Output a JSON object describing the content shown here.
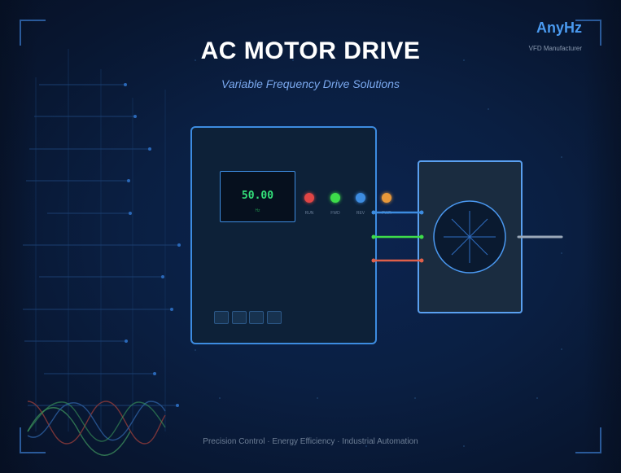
{
  "header": {
    "title": "AC MOTOR DRIVE",
    "subtitle": "Variable Frequency Drive Solutions"
  },
  "brand": {
    "name": "AnyHz",
    "tagline": "VFD Manufacturer"
  },
  "drive": {
    "display_value": "50.00",
    "display_unit": "Hz",
    "indicators": [
      {
        "label": "RUN",
        "color": "#e04545",
        "icon": "run-led-icon"
      },
      {
        "label": "FWD",
        "color": "#3ddc4a",
        "icon": "fwd-led-icon"
      },
      {
        "label": "REV",
        "color": "#3d8ce0",
        "icon": "rev-led-icon"
      },
      {
        "label": "PWR",
        "color": "#e8983a",
        "icon": "pwr-led-icon"
      }
    ],
    "keypad_keys": 4
  },
  "wiring": {
    "phase_colors": [
      "#3d8ce0",
      "#3ddc4a",
      "#e0604a"
    ]
  },
  "motor": {
    "icon": "motor-fan-icon"
  },
  "footer": {
    "text": "Precision Control · Energy Efficiency · Industrial Automation"
  },
  "colors": {
    "accent": "#3d8ce0",
    "background": "#0a1f42",
    "display_green": "#33e07a"
  }
}
